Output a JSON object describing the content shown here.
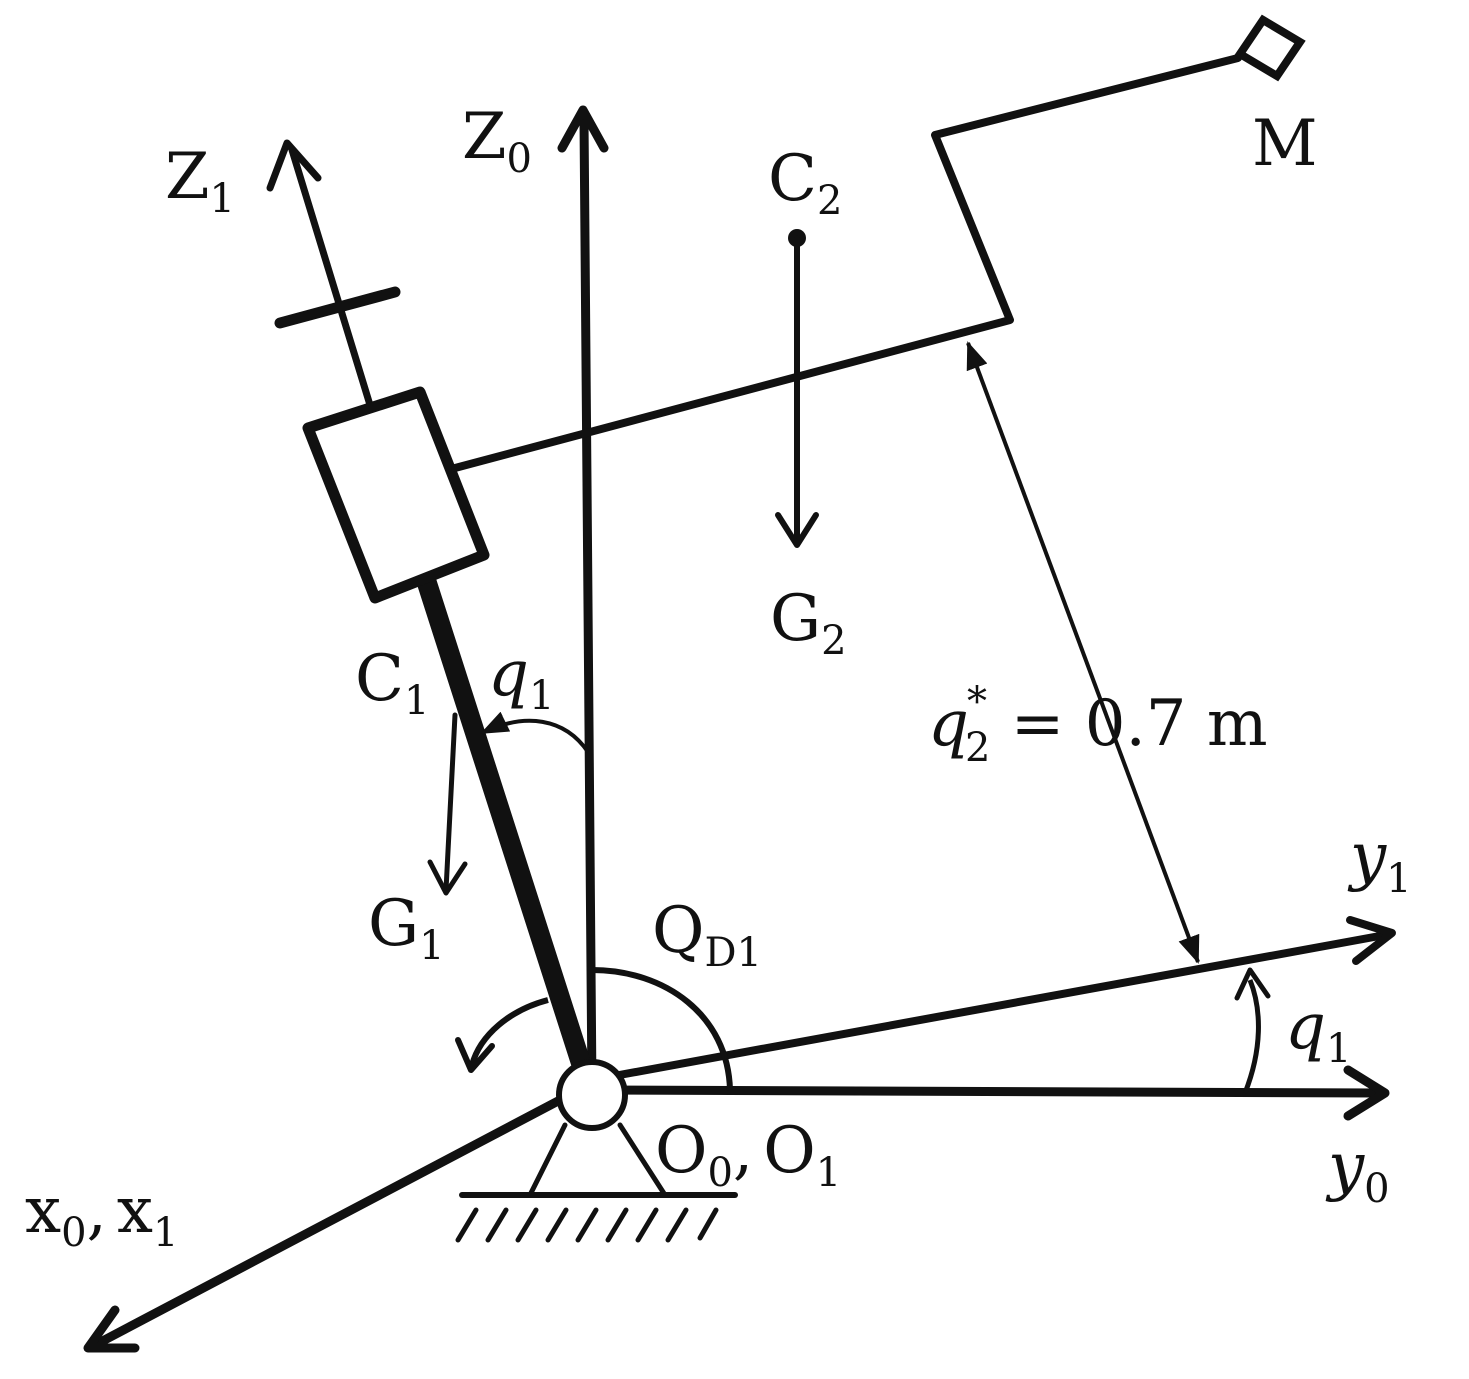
{
  "colors": {
    "ink": "#111111",
    "background": "#ffffff"
  },
  "labels": {
    "z0": {
      "base": "Z",
      "sub": "0"
    },
    "z1": {
      "base": "Z",
      "sub": "1"
    },
    "y0": {
      "base": "y",
      "sub": "0"
    },
    "y1": {
      "base": "y",
      "sub": "1"
    },
    "x01": {
      "a": "x",
      "a_sub": "0",
      "sep": ",",
      "b": "x",
      "b_sub": "1"
    },
    "o01": {
      "a": "O",
      "a_sub": "0",
      "sep": ",",
      "b": "O",
      "b_sub": "1"
    },
    "c1": {
      "base": "C",
      "sub": "1"
    },
    "c2": {
      "base": "C",
      "sub": "2"
    },
    "g1": {
      "base": "G",
      "sub": "1"
    },
    "g2": {
      "base": "G",
      "sub": "2"
    },
    "q1_top": {
      "base": "q",
      "sub": "1"
    },
    "q1_right": {
      "base": "q",
      "sub": "1"
    },
    "qd1": {
      "base": "Q",
      "sub": "D1"
    },
    "m": "M",
    "q2": {
      "base": "q",
      "sub": "2",
      "sup": "*",
      "rest": " = 0.7 m"
    }
  }
}
